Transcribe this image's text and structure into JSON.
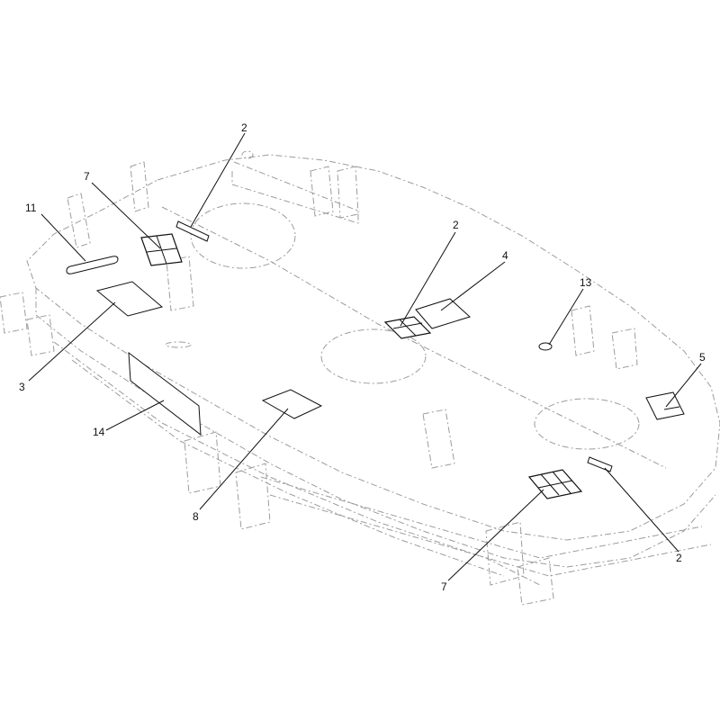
{
  "callouts": [
    {
      "id": "c2a",
      "label": "2"
    },
    {
      "id": "c7a",
      "label": "7"
    },
    {
      "id": "c11",
      "label": "11"
    },
    {
      "id": "c2b",
      "label": "2"
    },
    {
      "id": "c4",
      "label": "4"
    },
    {
      "id": "c13",
      "label": "13"
    },
    {
      "id": "c3",
      "label": "3"
    },
    {
      "id": "c5",
      "label": "5"
    },
    {
      "id": "c14",
      "label": "14"
    },
    {
      "id": "c8",
      "label": "8"
    },
    {
      "id": "c2c",
      "label": "2"
    },
    {
      "id": "c7b",
      "label": "7"
    }
  ],
  "colors": {
    "ghost_outline": "#9c9c9c",
    "part_outline": "#111111",
    "background": "#ffffff"
  }
}
